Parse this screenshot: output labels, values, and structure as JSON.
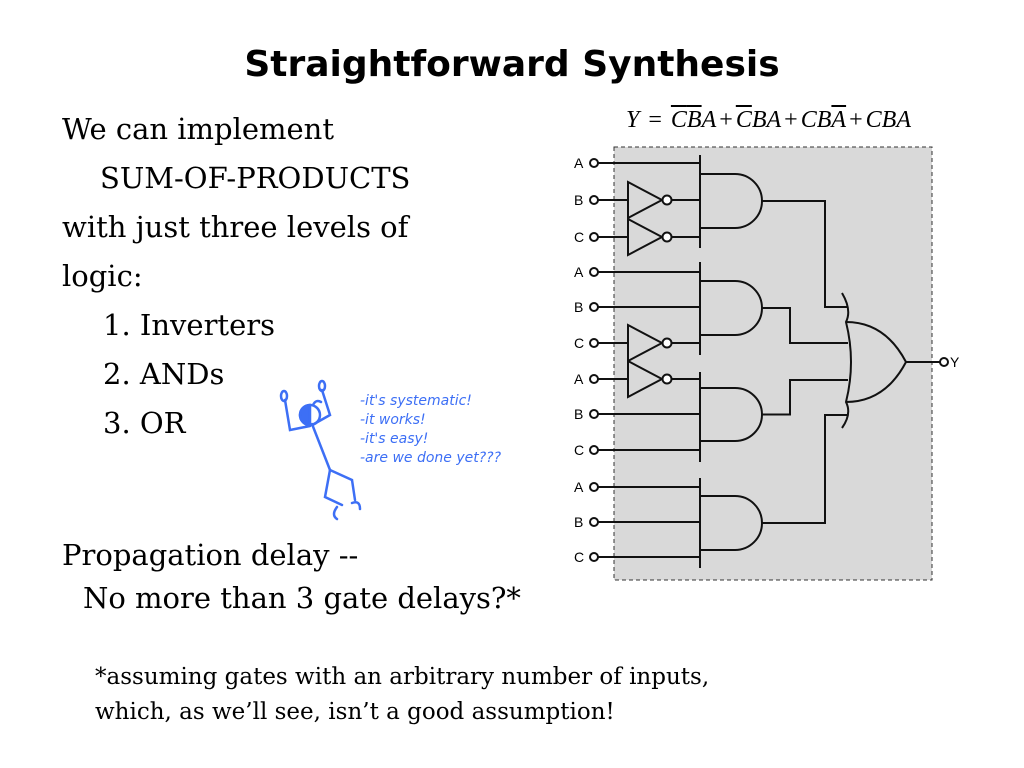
{
  "title": "Straightforward Synthesis",
  "intro": [
    "We can implement",
    "SUM-OF-PRODUCTS",
    "with just three levels of",
    "logic:"
  ],
  "list": [
    {
      "num": "1.",
      "text": "Inverters"
    },
    {
      "num": "2.",
      "text": "ANDs"
    },
    {
      "num": "3.",
      "text": "OR"
    }
  ],
  "quips": [
    "-it's systematic!",
    "-it works!",
    "-it's easy!",
    "-are we done yet???"
  ],
  "delay": [
    "Propagation delay --",
    "No more than 3 gate delays?*"
  ],
  "footnote": [
    "*assuming gates with an arbitrary number of inputs,",
    "which, as we’ll see, isn’t a good assumption!"
  ],
  "equation": {
    "lhs": "Y",
    "eq": "=",
    "plus": "+",
    "terms": [
      [
        {
          "t": "C",
          "bar": true
        },
        {
          "t": "B",
          "bar": true
        },
        {
          "t": "A",
          "bar": false
        }
      ],
      [
        {
          "t": "C",
          "bar": true
        },
        {
          "t": "B",
          "bar": false
        },
        {
          "t": "A",
          "bar": false
        }
      ],
      [
        {
          "t": "C",
          "bar": false
        },
        {
          "t": "B",
          "bar": false
        },
        {
          "t": "A",
          "bar": true
        }
      ],
      [
        {
          "t": "C",
          "bar": false
        },
        {
          "t": "B",
          "bar": false
        },
        {
          "t": "A",
          "bar": false
        }
      ]
    ]
  },
  "circuit": {
    "inputs": [
      "A",
      "B",
      "C",
      "A",
      "B",
      "C",
      "A",
      "B",
      "C",
      "A",
      "B",
      "C"
    ],
    "output": "Y"
  },
  "colors": {
    "accent": "#3d6ff5",
    "panel": "#d9d9d9"
  }
}
